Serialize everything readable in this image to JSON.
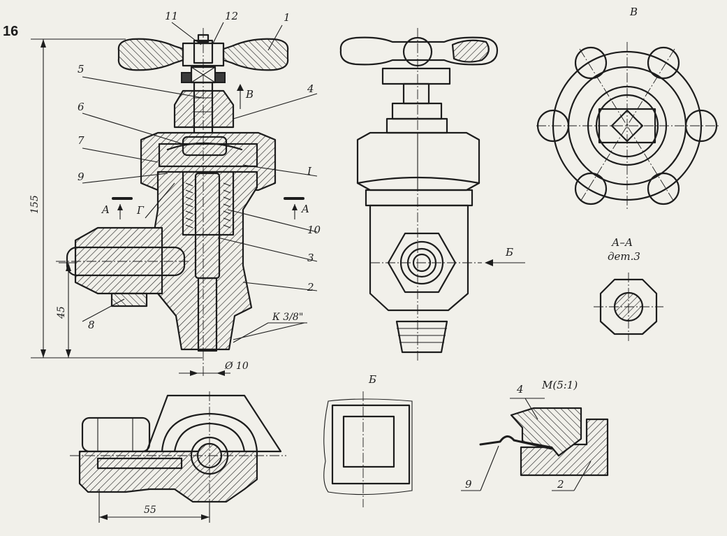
{
  "figure": {
    "number": "16",
    "part_labels": {
      "p1": "1",
      "p2": "2",
      "p3": "3",
      "p4": "4",
      "p5": "5",
      "p6": "6",
      "p7": "7",
      "p8": "8",
      "p9": "9",
      "p10": "10",
      "p11": "11",
      "p12": "12",
      "pI": "I"
    },
    "view_labels": {
      "section_arrow": "A",
      "section_mark_g": "Г",
      "view_v": "В",
      "view_b": "Б",
      "section_aa": "А–А",
      "section_aa_detail": "дет.3",
      "detail_m": "М(5:1)"
    },
    "dimensions": {
      "height": "155",
      "lower_height": "45",
      "diameter": "Ø 10",
      "thread": "К 3/8\"",
      "width": "55"
    }
  }
}
